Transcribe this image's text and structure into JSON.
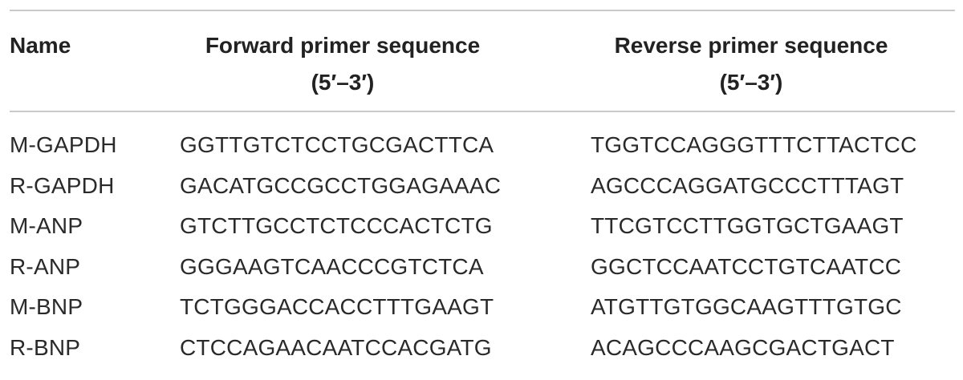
{
  "table": {
    "headers": {
      "name": "Name",
      "forward_line1": "Forward primer sequence",
      "forward_line2": "(5′–3′)",
      "reverse_line1": "Reverse primer sequence",
      "reverse_line2": "(5′–3′)"
    },
    "rows": [
      {
        "name": "M-GAPDH",
        "forward": "GGTTGTCTCCTGCGACTTCA",
        "reverse": "TGGTCCAGGGTTTCTTACTCC"
      },
      {
        "name": "R-GAPDH",
        "forward": "GACATGCCGCCTGGAGAAAC",
        "reverse": "AGCCCAGGATGCCCTTTAGT"
      },
      {
        "name": "M-ANP",
        "forward": "GTCTTGCCTCTCCCACTCTG",
        "reverse": "TTCGTCCTTGGTGCTGAAGT"
      },
      {
        "name": "R-ANP",
        "forward": "GGGAAGTCAACCCGTCTCA",
        "reverse": "GGCTCCAATCCTGTCAATCC"
      },
      {
        "name": "M-BNP",
        "forward": "TCTGGGACCACCTTTGAAGT",
        "reverse": "ATGTTGTGGCAAGTTTGTGC"
      },
      {
        "name": "R-BNP",
        "forward": "CTCCAGAACAATCCACGATG",
        "reverse": "ACAGCCCAAGCGACTGACT"
      }
    ]
  }
}
